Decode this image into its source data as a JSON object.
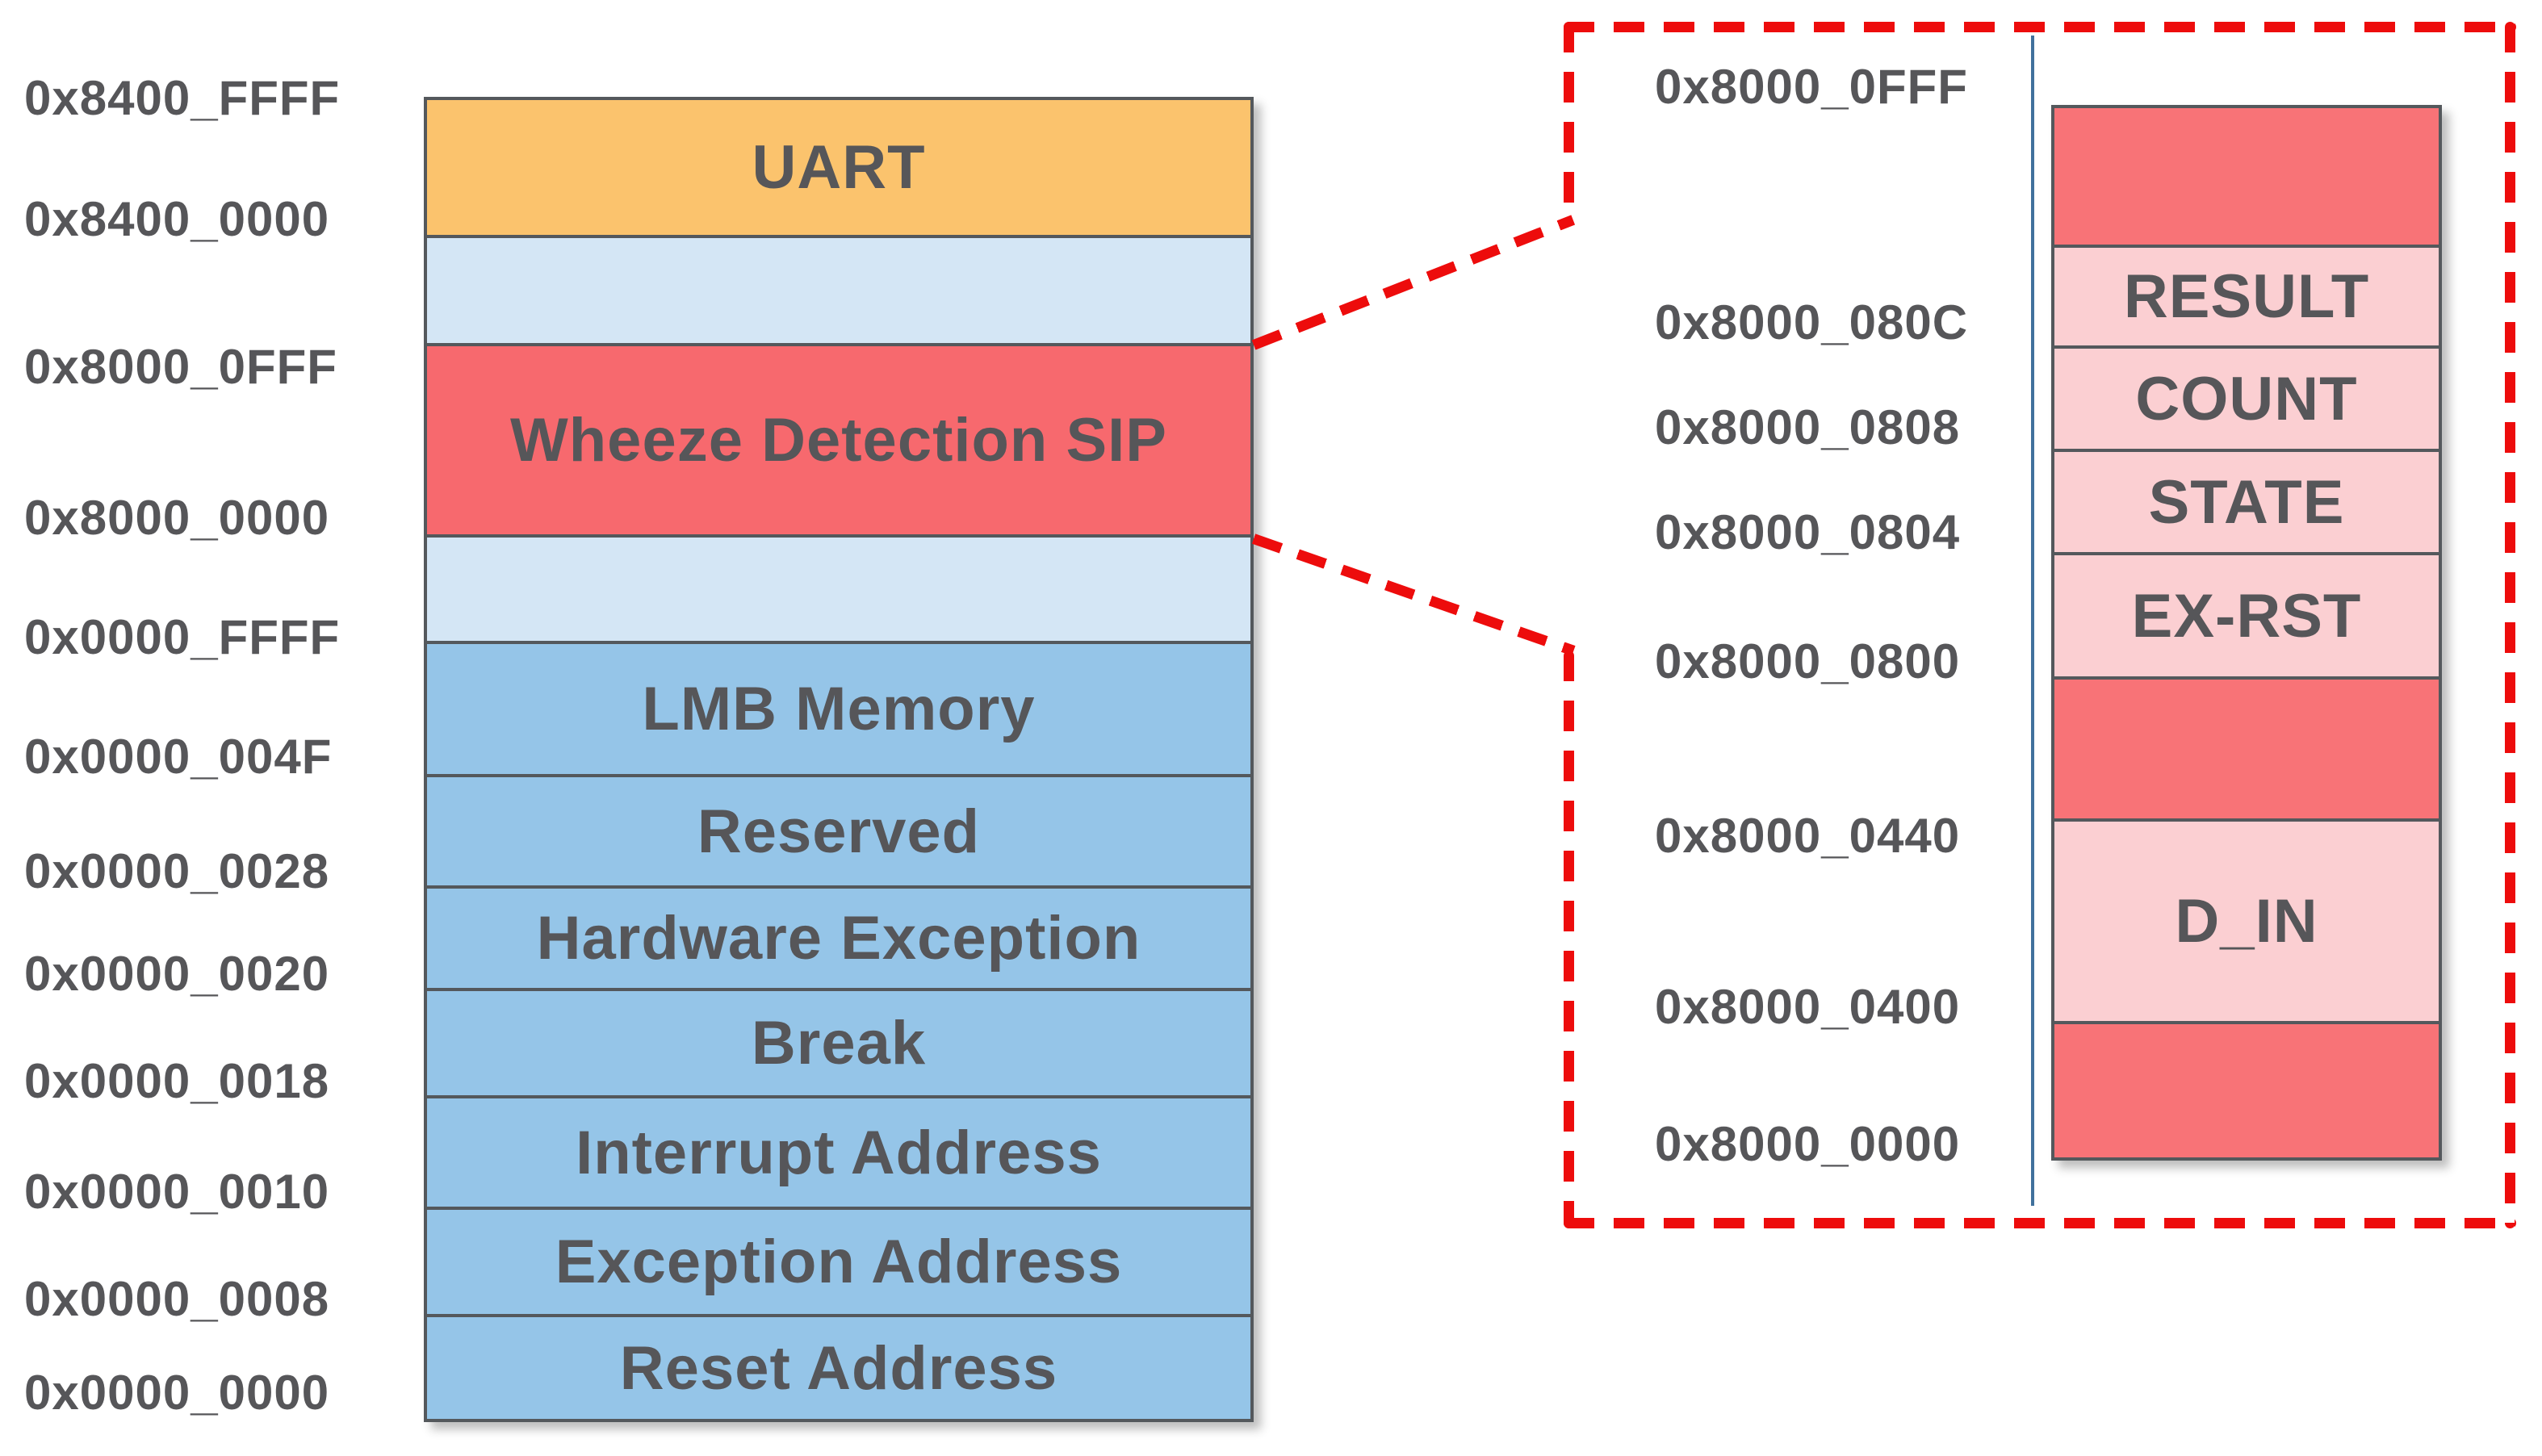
{
  "left_map": {
    "address_labels": [
      "0x8400_FFFF",
      "0x8400_0000",
      "0x8000_0FFF",
      "0x8000_0000",
      "0x0000_FFFF",
      "0x0000_004F",
      "0x0000_0028",
      "0x0000_0020",
      "0x0000_0018",
      "0x0000_0010",
      "0x0000_0008",
      "0x0000_0000"
    ],
    "blocks": [
      {
        "label": "UART",
        "type": "peripheral"
      },
      {
        "label": "",
        "type": "unmapped"
      },
      {
        "label": "Wheeze Detection SIP",
        "type": "sip"
      },
      {
        "label": "",
        "type": "unmapped"
      },
      {
        "label": "LMB Memory",
        "type": "memory"
      },
      {
        "label": "Reserved",
        "type": "memory"
      },
      {
        "label": "Hardware Exception",
        "type": "memory"
      },
      {
        "label": "Break",
        "type": "memory"
      },
      {
        "label": "Interrupt Address",
        "type": "memory"
      },
      {
        "label": "Exception Address",
        "type": "memory"
      },
      {
        "label": "Reset Address",
        "type": "memory"
      }
    ]
  },
  "detail_view": {
    "address_labels": [
      "0x8000_0FFF",
      "0x8000_080C",
      "0x8000_0808",
      "0x8000_0804",
      "0x8000_0800",
      "0x8000_0440",
      "0x8000_0400",
      "0x8000_0000"
    ],
    "registers": [
      {
        "label": "",
        "type": "reserved"
      },
      {
        "label": "RESULT",
        "type": "register"
      },
      {
        "label": "COUNT",
        "type": "register"
      },
      {
        "label": "STATE",
        "type": "register"
      },
      {
        "label": "EX-RST",
        "type": "register"
      },
      {
        "label": "",
        "type": "reserved"
      },
      {
        "label": "D_IN",
        "type": "register"
      },
      {
        "label": "",
        "type": "reserved"
      }
    ]
  },
  "colors": {
    "uart_orange": "#FBC36D",
    "empty_light_blue": "#D4E6F5",
    "sip_red": "#F7696E",
    "detail_red": "#F87377",
    "memory_blue": "#95C5E8",
    "register_pink": "#FBCFD2",
    "dashed_border_red": "#ED0C0C",
    "block_border_grey": "#54585C",
    "label_text_grey": "#565659",
    "detail_divider_blue": "#41719C"
  }
}
